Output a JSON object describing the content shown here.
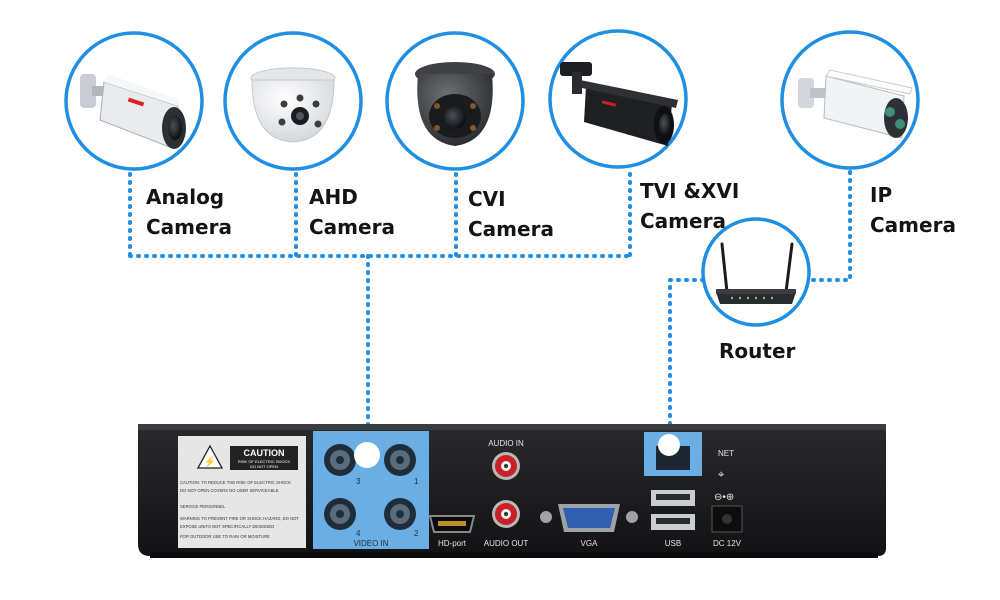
{
  "cameras": [
    {
      "line1": "Analog",
      "line2": "Camera"
    },
    {
      "line1": "AHD",
      "line2": "Camera"
    },
    {
      "line1": "CVI",
      "line2": "Camera"
    },
    {
      "line1": "TVI &XVI",
      "line2": "Camera"
    },
    {
      "line1": "IP",
      "line2": "Camera"
    }
  ],
  "router": {
    "label": "Router"
  },
  "dvr": {
    "caution_title": "CAUTION",
    "caution_sub1": "RISK OF ELECTRIC SHOCK",
    "caution_sub2": "DO NOT OPEN",
    "caution_text1": "CAUTION: TO REDUCE THE RISK OF ELECTRIC SHOCK",
    "caution_text2": "DO NOT OPEN COVERS NO USER SERVICEABLE",
    "caution_text3": "SERVICE PERSONNEL",
    "caution_text4": "WARNING TO PREVENT FIRE OR SHOCK HAZARD, DO NOT",
    "caution_text5": "EXPOSE UNITS NOT SPECIFICALLY DESIGNED",
    "caution_text6": "FOR OUTDOOR USE TO RAIN OR MOISTURE",
    "video_in": "VIDEO IN",
    "bnc_numbers": [
      "3",
      "1",
      "4",
      "2"
    ],
    "audio_in": "AUDIO IN",
    "audio_out": "AUDIO OUT",
    "hd_port": "HD-port",
    "vga": "VGA",
    "usb": "USB",
    "net": "NET",
    "dc": "DC 12V"
  },
  "colors": {
    "accent": "#1e8fe3",
    "panel": "#6aaee3",
    "body": "#1c1c1e"
  }
}
